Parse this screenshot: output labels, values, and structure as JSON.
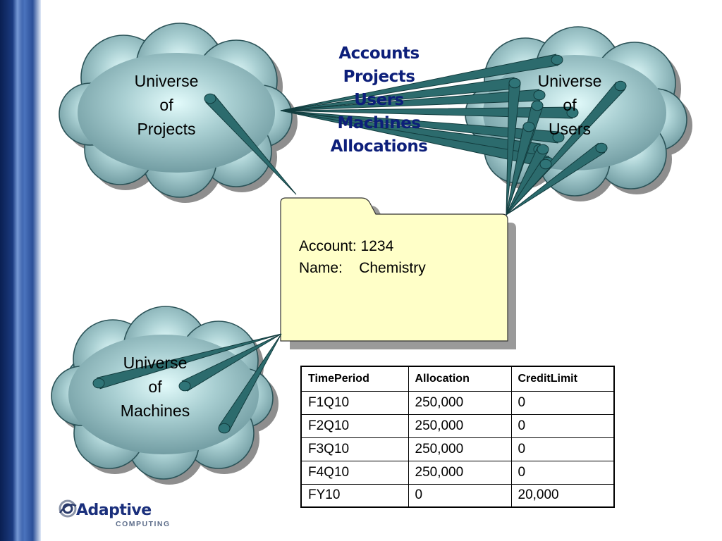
{
  "clouds": {
    "projects": {
      "line1": "Universe",
      "line2": "of",
      "line3": "Projects"
    },
    "users": {
      "line1": "Universe",
      "line2": "of",
      "line3": "Users"
    },
    "machines": {
      "line1": "Universe",
      "line2": "of",
      "line3": "Machines"
    }
  },
  "flow_labels": [
    "Accounts",
    "Projects",
    "Users",
    "Machines",
    "Allocations"
  ],
  "folder": {
    "account_line": "Account: 1234",
    "name_line": "Name:    Chemistry"
  },
  "allocation_table": {
    "headers": [
      "TimePeriod",
      "Allocation",
      "CreditLimit"
    ],
    "rows": [
      [
        "F1Q10",
        "250,000",
        "0"
      ],
      [
        "F2Q10",
        "250,000",
        "0"
      ],
      [
        "F3Q10",
        "250,000",
        "0"
      ],
      [
        "F4Q10",
        "250,000",
        "0"
      ],
      [
        "FY10",
        "0",
        "20,000"
      ]
    ]
  },
  "logo": {
    "name": "Adaptive",
    "tagline": "COMPUTING",
    "icon": "adaptive-swirl-logo-icon"
  },
  "colors": {
    "cloud_fill": "#6f9aa0",
    "cloud_light": "#e3fbfb",
    "connector_fill": "#2c6b6d",
    "folder_fill": "#ffffc8",
    "flow_text": "#0d1f7a",
    "sidebar": "#1d3f86"
  }
}
